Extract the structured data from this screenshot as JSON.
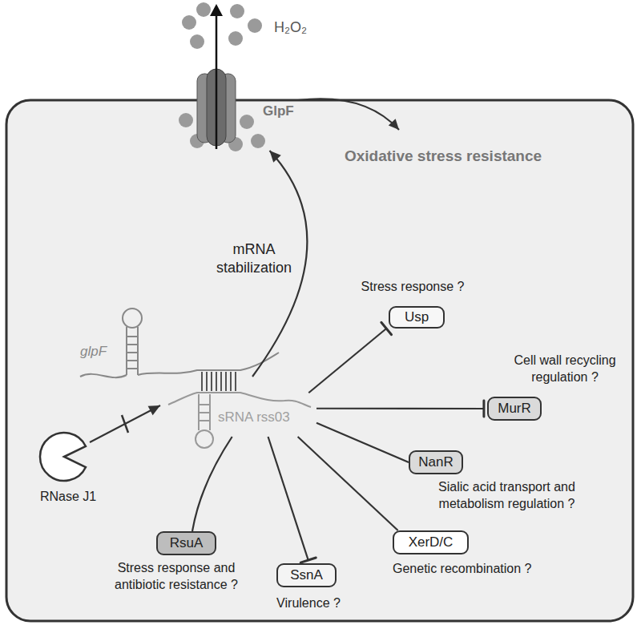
{
  "diagram": {
    "nodes": [
      {
        "text": [
          "GlpF"
        ]
      },
      {
        "text": [
          "glpF"
        ]
      },
      {
        "text": [
          "sRNA rss03"
        ]
      },
      {
        "text": [
          "Usp",
          "Stress response ?"
        ]
      },
      {
        "text": [
          "MurR",
          "Cell wall recycling regulation ?"
        ]
      },
      {
        "text": [
          "NanR",
          "Sialic acid transport and metabolism regulation ?"
        ]
      },
      {
        "text": [
          "RNase J1"
        ]
      },
      {
        "text": [
          "RsuA",
          "Stress response and antibiotic resistance ?"
        ]
      },
      {
        "text": [
          "SsnA",
          "Virulence ?"
        ]
      },
      {
        "text": [
          "XerD/C",
          "Genetic recombination ?"
        ]
      }
    ],
    "edges": [
      {
        "from": 2,
        "to": 0,
        "label": "mRNA stabilization",
        "arrow": "to"
      },
      {
        "from": 6,
        "to": 2,
        "arrow": "to"
      },
      {
        "from": 2,
        "to": 3,
        "arrow": "to"
      },
      {
        "from": 2,
        "to": 4,
        "arrow": "to"
      },
      {
        "from": 2,
        "to": 5,
        "arrow": "none"
      },
      {
        "from": 2,
        "to": 9,
        "arrow": "none"
      },
      {
        "from": 2,
        "to": 8,
        "arrow": "to"
      },
      {
        "from": 2,
        "to": 7,
        "arrow": "none"
      }
    ],
    "labels": [
      "H₂O₂",
      "Oxidative stress resistance"
    ]
  }
}
